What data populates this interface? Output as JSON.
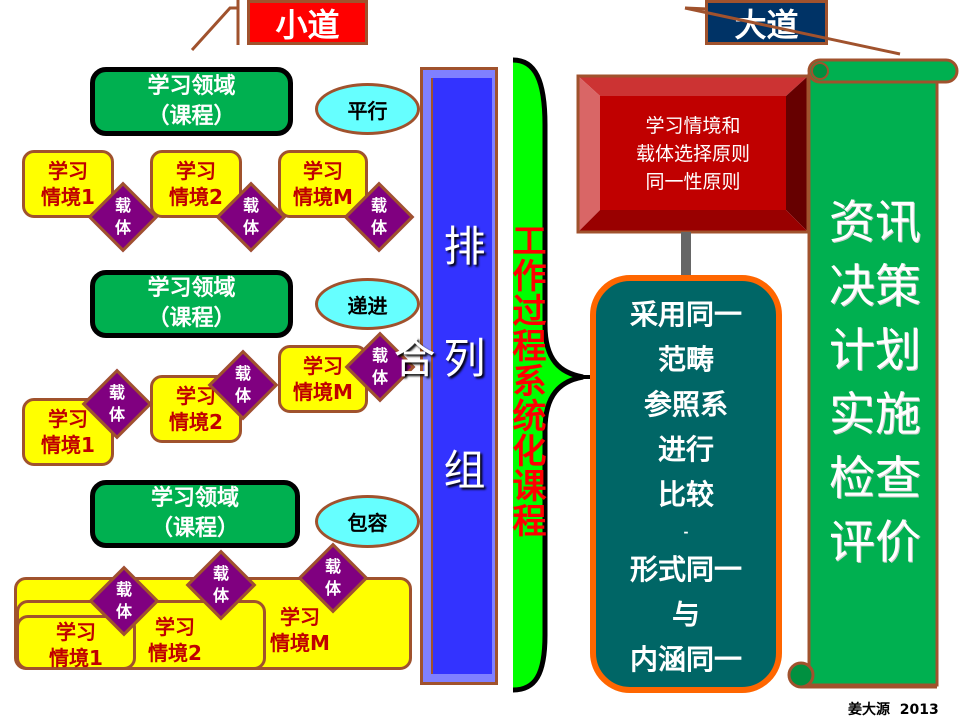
{
  "labels": {
    "small_path": "小道",
    "big_path": "大道"
  },
  "domain_box": {
    "line1": "学习领域",
    "line2": "（课程）"
  },
  "carrier": {
    "line1": "载",
    "line2": "体"
  },
  "situations": {
    "s1a": "学习",
    "s1b": "情境1",
    "s2b": "情境2",
    "smb": "情境M"
  },
  "relations": [
    "平行",
    "递进",
    "包容"
  ],
  "arrangement": "排列组合",
  "work_process": "工作过程系统化课程",
  "principle": {
    "line1": "学习情境和",
    "line2": "载体选择原则",
    "line3": "同一性原则"
  },
  "comparison": [
    "采用同一",
    "范畴",
    "参照系",
    "进行",
    "比较",
    "-",
    "形式同一",
    "与",
    "内涵同一"
  ],
  "scroll": [
    "资讯",
    "决策",
    "计划",
    "实施",
    "检查",
    "评价"
  ],
  "footer": "姜大源  2013",
  "colors": {
    "red": "#ff0000",
    "navy": "#003366",
    "green": "#00b050",
    "yellow": "#ffff00",
    "purple": "#800080",
    "teal": "#006666",
    "orange": "#ff6600",
    "blue": "#3333ff"
  }
}
